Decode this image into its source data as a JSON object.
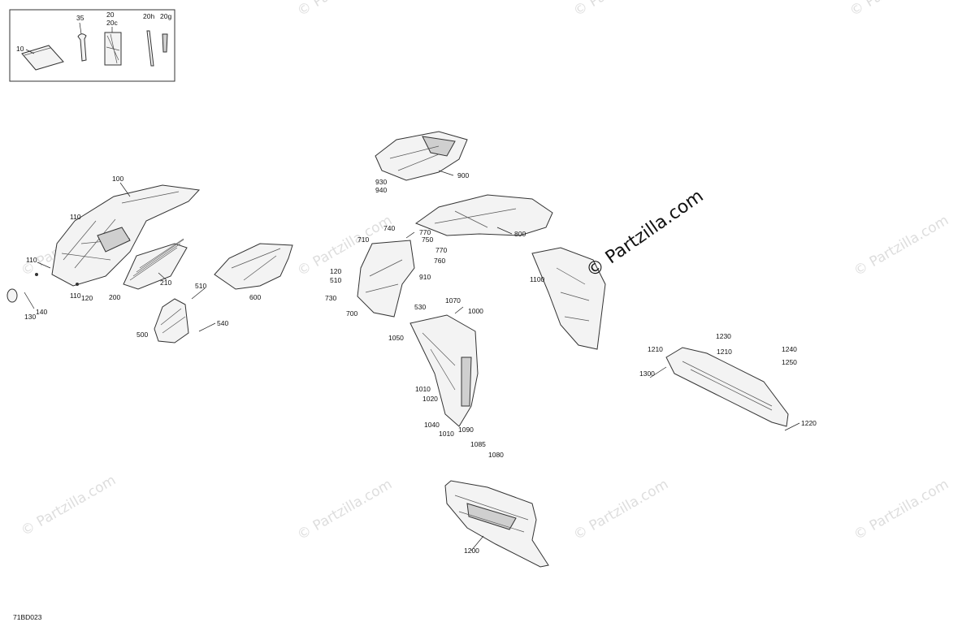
{
  "drawing_code": "71BD023",
  "watermark": {
    "center": "© Partzilla.com",
    "tile": "© Partzilla.com"
  },
  "kit_labels": [
    "10",
    "35",
    "20",
    "20c",
    "20h",
    "20g"
  ],
  "callouts": [
    "100",
    "110",
    "110",
    "110",
    "120",
    "130",
    "140",
    "200",
    "210",
    "500",
    "510",
    "540",
    "600",
    "900",
    "930",
    "940",
    "800",
    "740",
    "710",
    "770",
    "750",
    "770",
    "760",
    "120",
    "510",
    "730",
    "910",
    "700",
    "1100",
    "530",
    "1070",
    "1000",
    "1050",
    "1010",
    "1020",
    "1040",
    "1010",
    "1090",
    "1085",
    "1080",
    "1210",
    "1230",
    "1210",
    "1240",
    "1250",
    "1300",
    "1220",
    "1200"
  ]
}
